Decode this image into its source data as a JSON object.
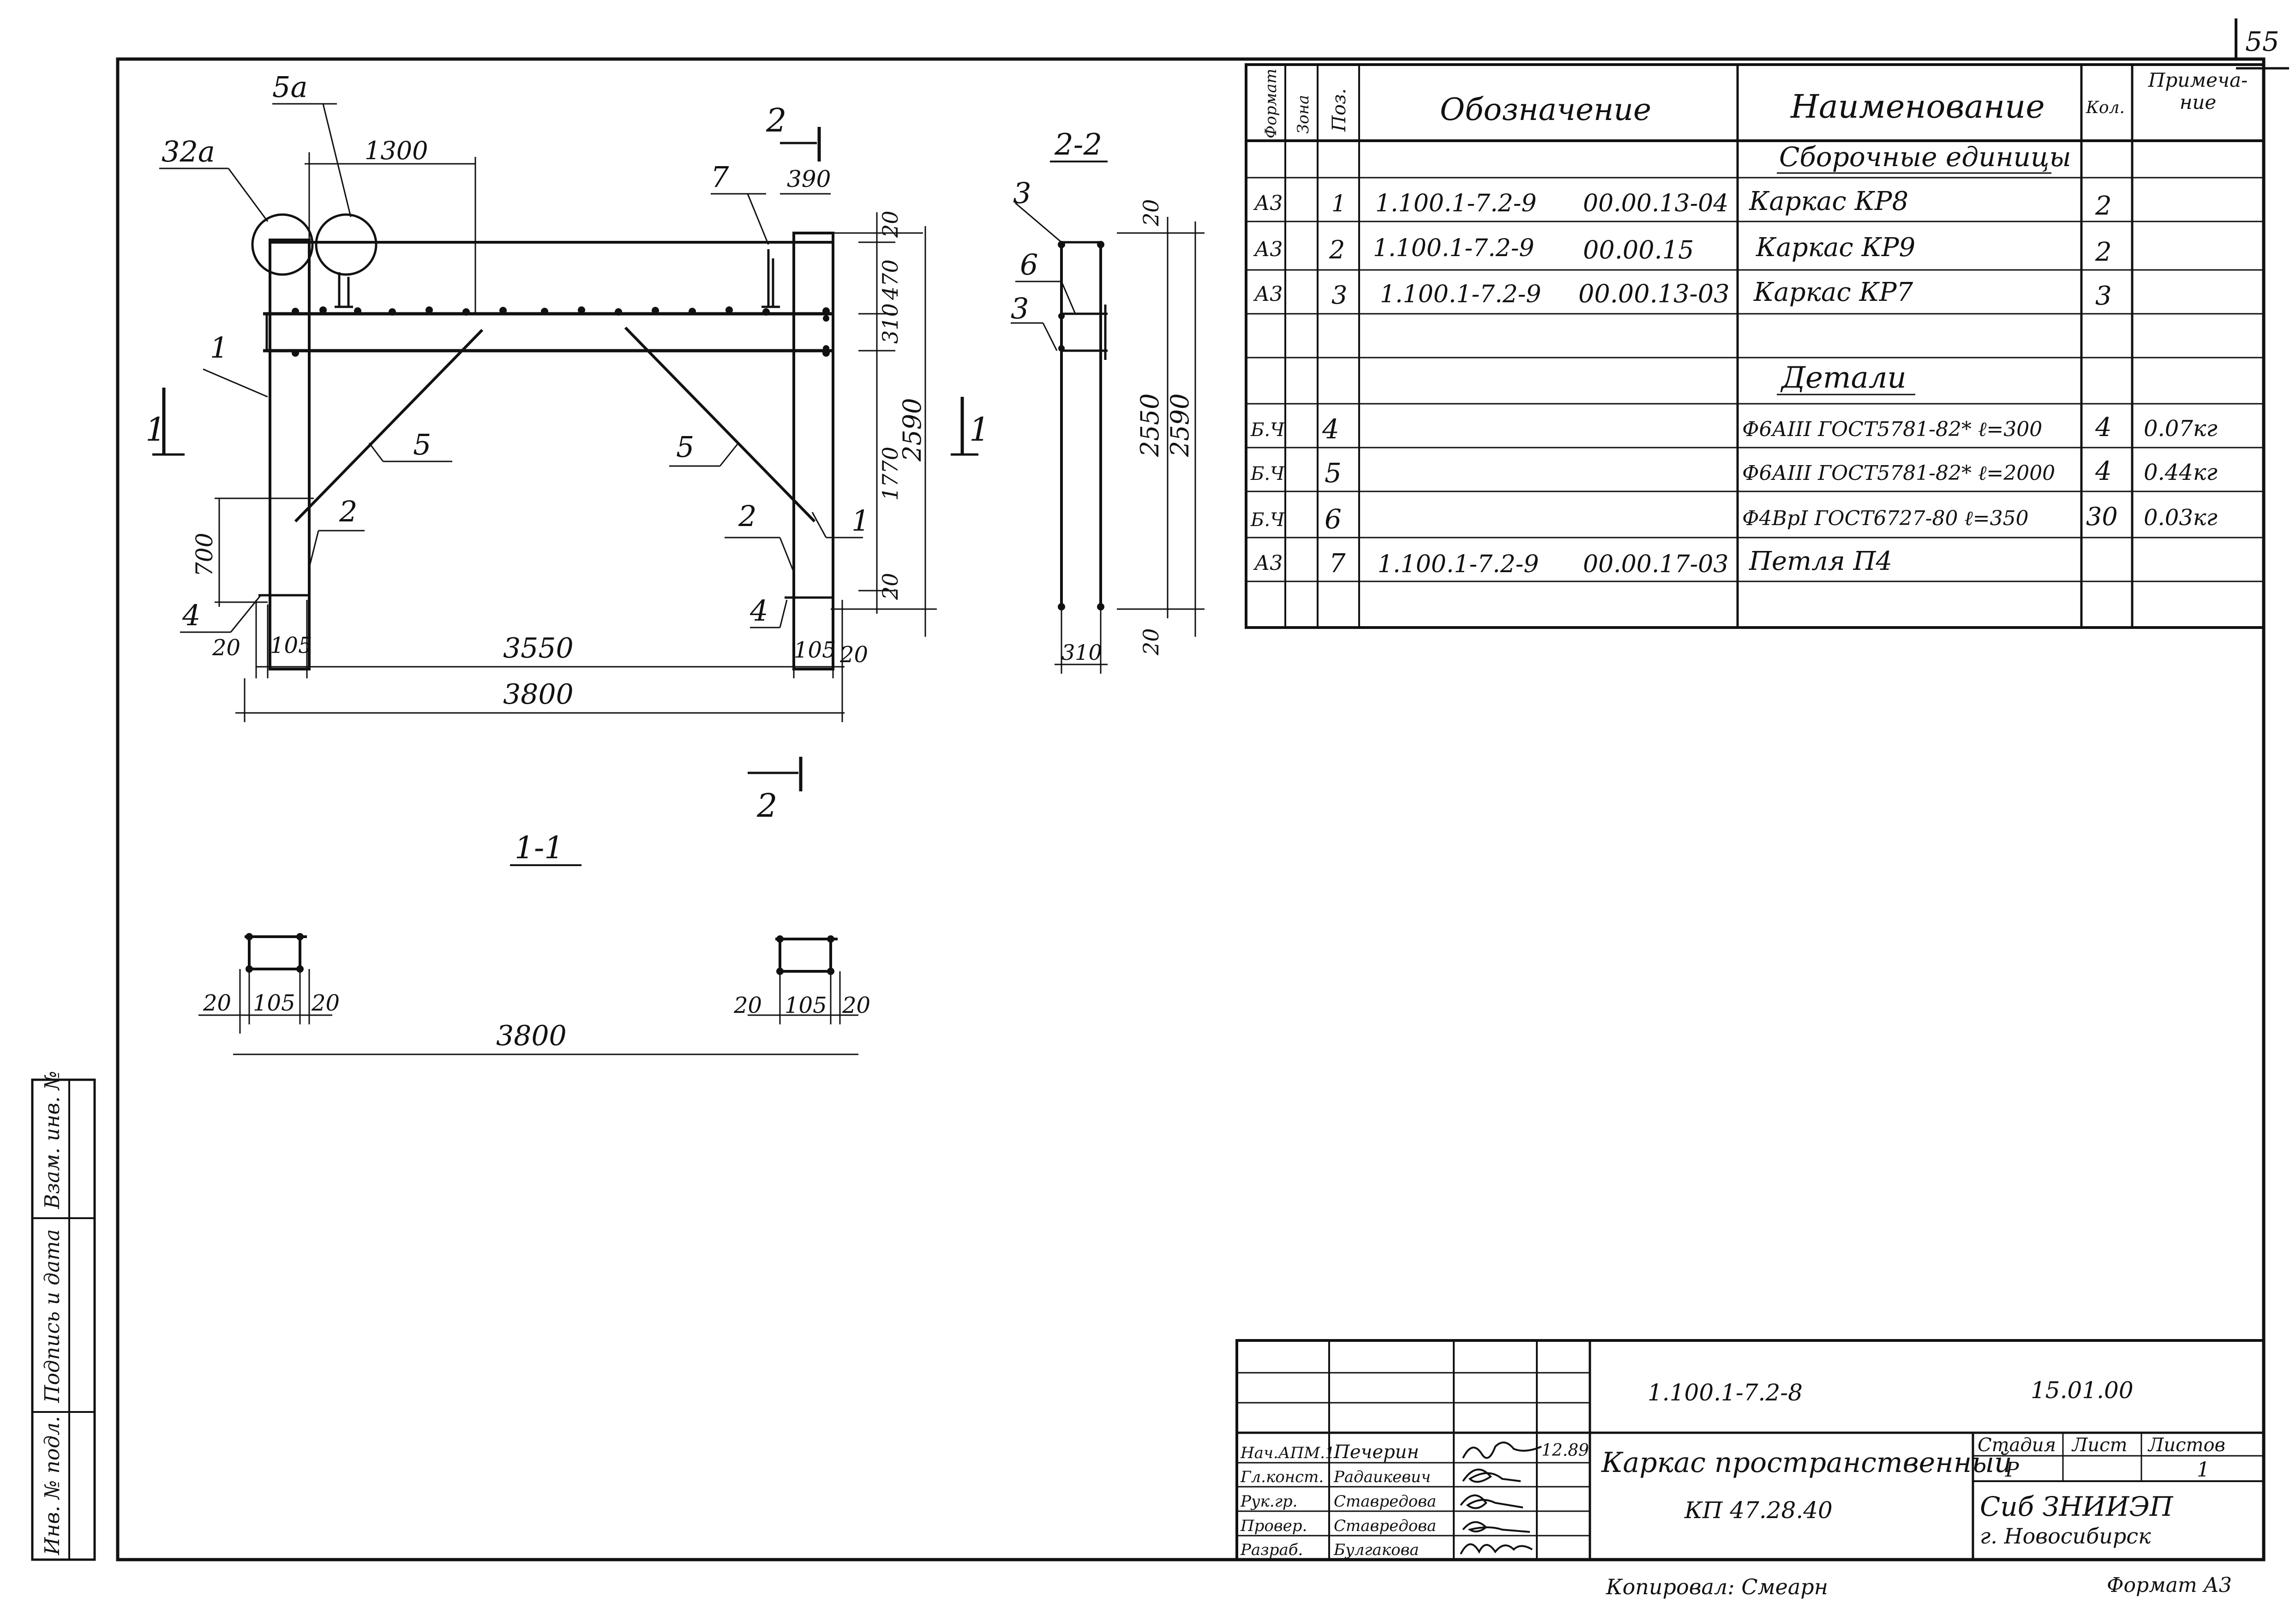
{
  "sheet_number": "55",
  "drawing": {
    "view_1_1_label": "1-1",
    "view_2_2_label": "2-2",
    "section_mark_1": "1",
    "section_mark_2": "2",
    "callouts": {
      "c32a": "32a",
      "c5a": "5a",
      "p1": "1",
      "p2": "2",
      "p3": "3",
      "p4": "4",
      "p5": "5",
      "p6": "6",
      "p7": "7"
    },
    "dims": {
      "d1300": "1300",
      "d390": "390",
      "d20": "20",
      "d470": "470",
      "d310": "310",
      "d1770": "1770",
      "d2590": "2590",
      "d2550": "2550",
      "d700": "700",
      "d105": "105",
      "d3550": "3550",
      "d3800": "3800"
    }
  },
  "spec": {
    "headers": {
      "format": "Формат",
      "zone": "Зона",
      "pos": "Поз.",
      "designation": "Обозначение",
      "name": "Наименование",
      "qty": "Кол.",
      "note": "Примеча-ние"
    },
    "section_assembly": "Сборочные единицы",
    "section_details": "Детали",
    "rows": [
      {
        "format": "А3",
        "pos": "1",
        "designation": "1.100.1-7.2-9",
        "code": "00.00.13-04",
        "name": "Каркас КР8",
        "qty": "2",
        "note": ""
      },
      {
        "format": "А3",
        "pos": "2",
        "designation": "1.100.1-7.2-9",
        "code": "00.00.15",
        "name": "Каркас КР9",
        "qty": "2",
        "note": ""
      },
      {
        "format": "А3",
        "pos": "3",
        "designation": "1.100.1-7.2-9",
        "code": "00.00.13-03",
        "name": "Каркас КР7",
        "qty": "3",
        "note": ""
      },
      {
        "format": "Б.Ч",
        "pos": "4",
        "designation": "",
        "code": "",
        "name": "Ф6АIII ГОСТ5781-82* ℓ=300",
        "qty": "4",
        "note": "0.07кг"
      },
      {
        "format": "Б.Ч",
        "pos": "5",
        "designation": "",
        "code": "",
        "name": "Ф6АIII ГОСТ5781-82* ℓ=2000",
        "qty": "4",
        "note": "0.44кг"
      },
      {
        "format": "Б.Ч",
        "pos": "6",
        "designation": "",
        "code": "",
        "name": "Ф4ВрI ГОСТ6727-80 ℓ=350",
        "qty": "30",
        "note": "0.03кг"
      },
      {
        "format": "А3",
        "pos": "7",
        "designation": "1.100.1-7.2-9",
        "code": "00.00.17-03",
        "name": "Петля П4",
        "qty": "",
        "note": ""
      }
    ]
  },
  "title_block": {
    "doc_code": "1.100.1-7.2-8",
    "date_code": "15.01.00",
    "title_line1": "Каркас пространственный",
    "title_line2": "КП 47.28.40",
    "stage_header": "Стадия",
    "sheet_header": "Лист",
    "sheets_header": "Листов",
    "stage": "Р",
    "sheets": "1",
    "org_line1": "Сиб ЗНИИЭП",
    "org_line2": "г. Новосибирск",
    "date_signed": "12.89",
    "people": [
      {
        "role": "Нач.АПМ.1",
        "name": "Печерин"
      },
      {
        "role": "Гл.конст.",
        "name": "Радаикевич"
      },
      {
        "role": "Рук.гр.",
        "name": "Ставредова"
      },
      {
        "role": "Провер.",
        "name": "Ставредова"
      },
      {
        "role": "Разраб.",
        "name": "Булгакова"
      }
    ]
  },
  "margin_stamp": {
    "inv_original": "Инв. № подл.",
    "sign_date": "Подпись и дата",
    "replace_inv": "Взам. инв. №"
  },
  "footer": {
    "copied": "Копировал: Смеарн",
    "format": "Формат А3"
  }
}
